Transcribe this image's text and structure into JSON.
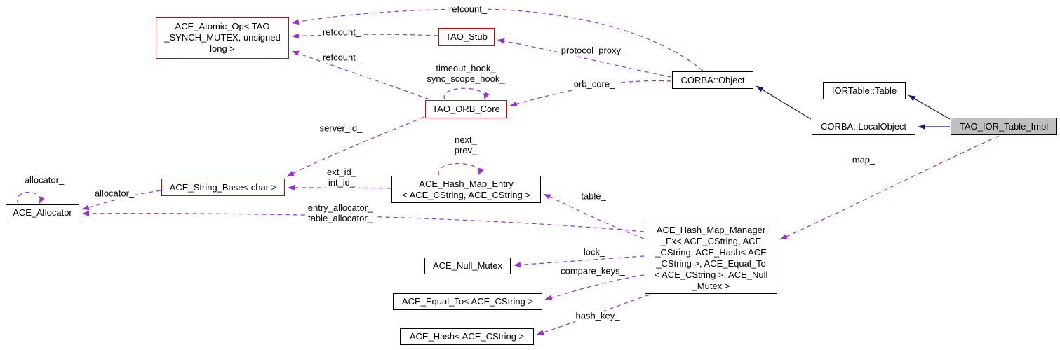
{
  "diagram": {
    "nodes": {
      "atomic_op": {
        "label": "ACE_Atomic_Op< TAO\n_SYNCH_MUTEX, unsigned\nlong >"
      },
      "tao_stub": {
        "label": "TAO_Stub"
      },
      "corba_object": {
        "label": "CORBA::Object"
      },
      "iortable_table": {
        "label": "IORTable::Table"
      },
      "corba_localobject": {
        "label": "CORBA::LocalObject"
      },
      "tao_ior_table_impl": {
        "label": "TAO_IOR_Table_Impl"
      },
      "tao_orb_core": {
        "label": "TAO_ORB_Core"
      },
      "ace_string_base": {
        "label": "ACE_String_Base< char >"
      },
      "hash_map_entry": {
        "label": "ACE_Hash_Map_Entry\n< ACE_CString, ACE_CString >"
      },
      "ace_allocator": {
        "label": "ACE_Allocator"
      },
      "hash_map_manager": {
        "label": "ACE_Hash_Map_Manager\n_Ex< ACE_CString, ACE\n_CString, ACE_Hash< ACE\n_CString >, ACE_Equal_To\n< ACE_CString >, ACE_Null\n_Mutex >"
      },
      "ace_null_mutex": {
        "label": "ACE_Null_Mutex"
      },
      "ace_equal_to": {
        "label": "ACE_Equal_To< ACE_CString >"
      },
      "ace_hash": {
        "label": "ACE_Hash< ACE_CString >"
      }
    },
    "edge_labels": {
      "refcount_top": "refcount_",
      "refcount_stub": "refcount_",
      "refcount_orb": "refcount_",
      "protocol_proxy": "protocol_proxy_",
      "timeout_sync": "timeout_hook_\nsync_scope_hook_",
      "orb_core": "orb_core_",
      "server_id": "server_id_",
      "next_prev": "next_\nprev_",
      "ext_int_id": "ext_id_\nint_id_",
      "allocator_self": "allocator_",
      "allocator": "allocator_",
      "entry_table_allocator": "entry_allocator_\ntable_allocator_",
      "table": "table_",
      "map": "map_",
      "lock": "lock_",
      "compare_keys": "compare_keys_",
      "hash_key": "hash_key_"
    },
    "colors": {
      "edge_usage": "#9932cc",
      "edge_inheritance": "#191970",
      "node_border_default": "#000000",
      "node_border_external": "#dd0000",
      "node_selected_fill": "#bfbfbf",
      "background": "#ffffff"
    }
  }
}
